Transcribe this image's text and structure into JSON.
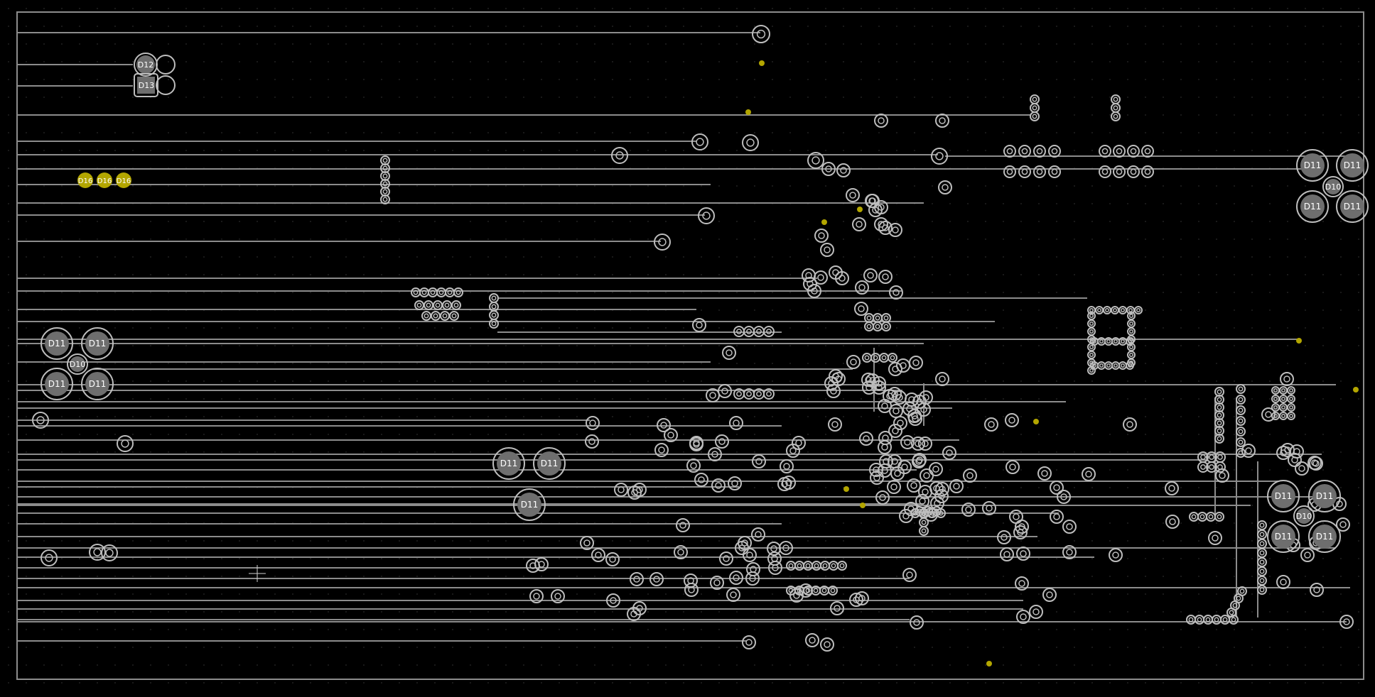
{
  "board": {
    "colors": {
      "background": "#000000",
      "trace": "#8c8c8c",
      "pad_fill": "#6e6e6e",
      "pad_ring": "#bdbdbd",
      "highlight": "#b3a600",
      "grid_dot": "#2a2a2a",
      "label_text": "#ffffff"
    },
    "labels": {
      "d10": "D10",
      "d11": "D11",
      "d12": "D12",
      "d13": "D13",
      "d16": "D16"
    }
  }
}
